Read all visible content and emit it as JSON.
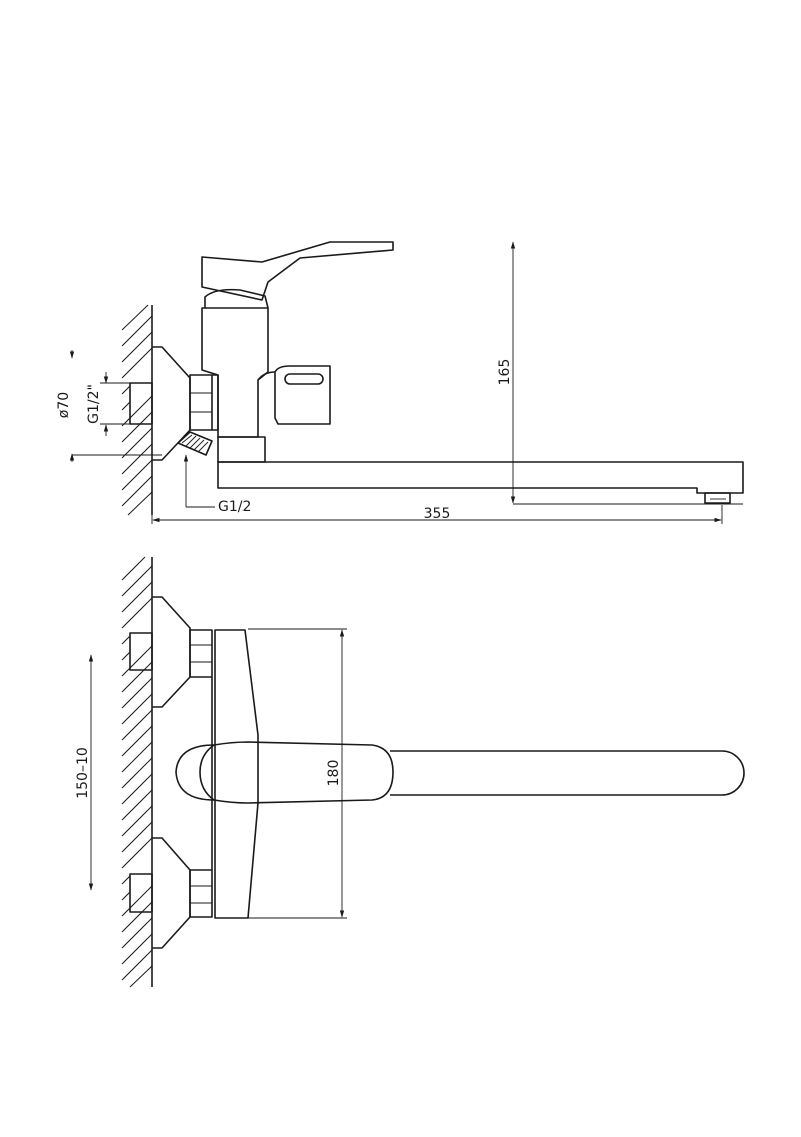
{
  "drawing": {
    "side_view": {
      "dim_height": "165",
      "dim_length": "355",
      "dim_diameter": "ø70",
      "dim_thread_wall": "G1/2\"",
      "dim_thread_outlet": "G1/2"
    },
    "top_view": {
      "dim_center_distance": "150–10",
      "dim_body_width": "180"
    }
  }
}
